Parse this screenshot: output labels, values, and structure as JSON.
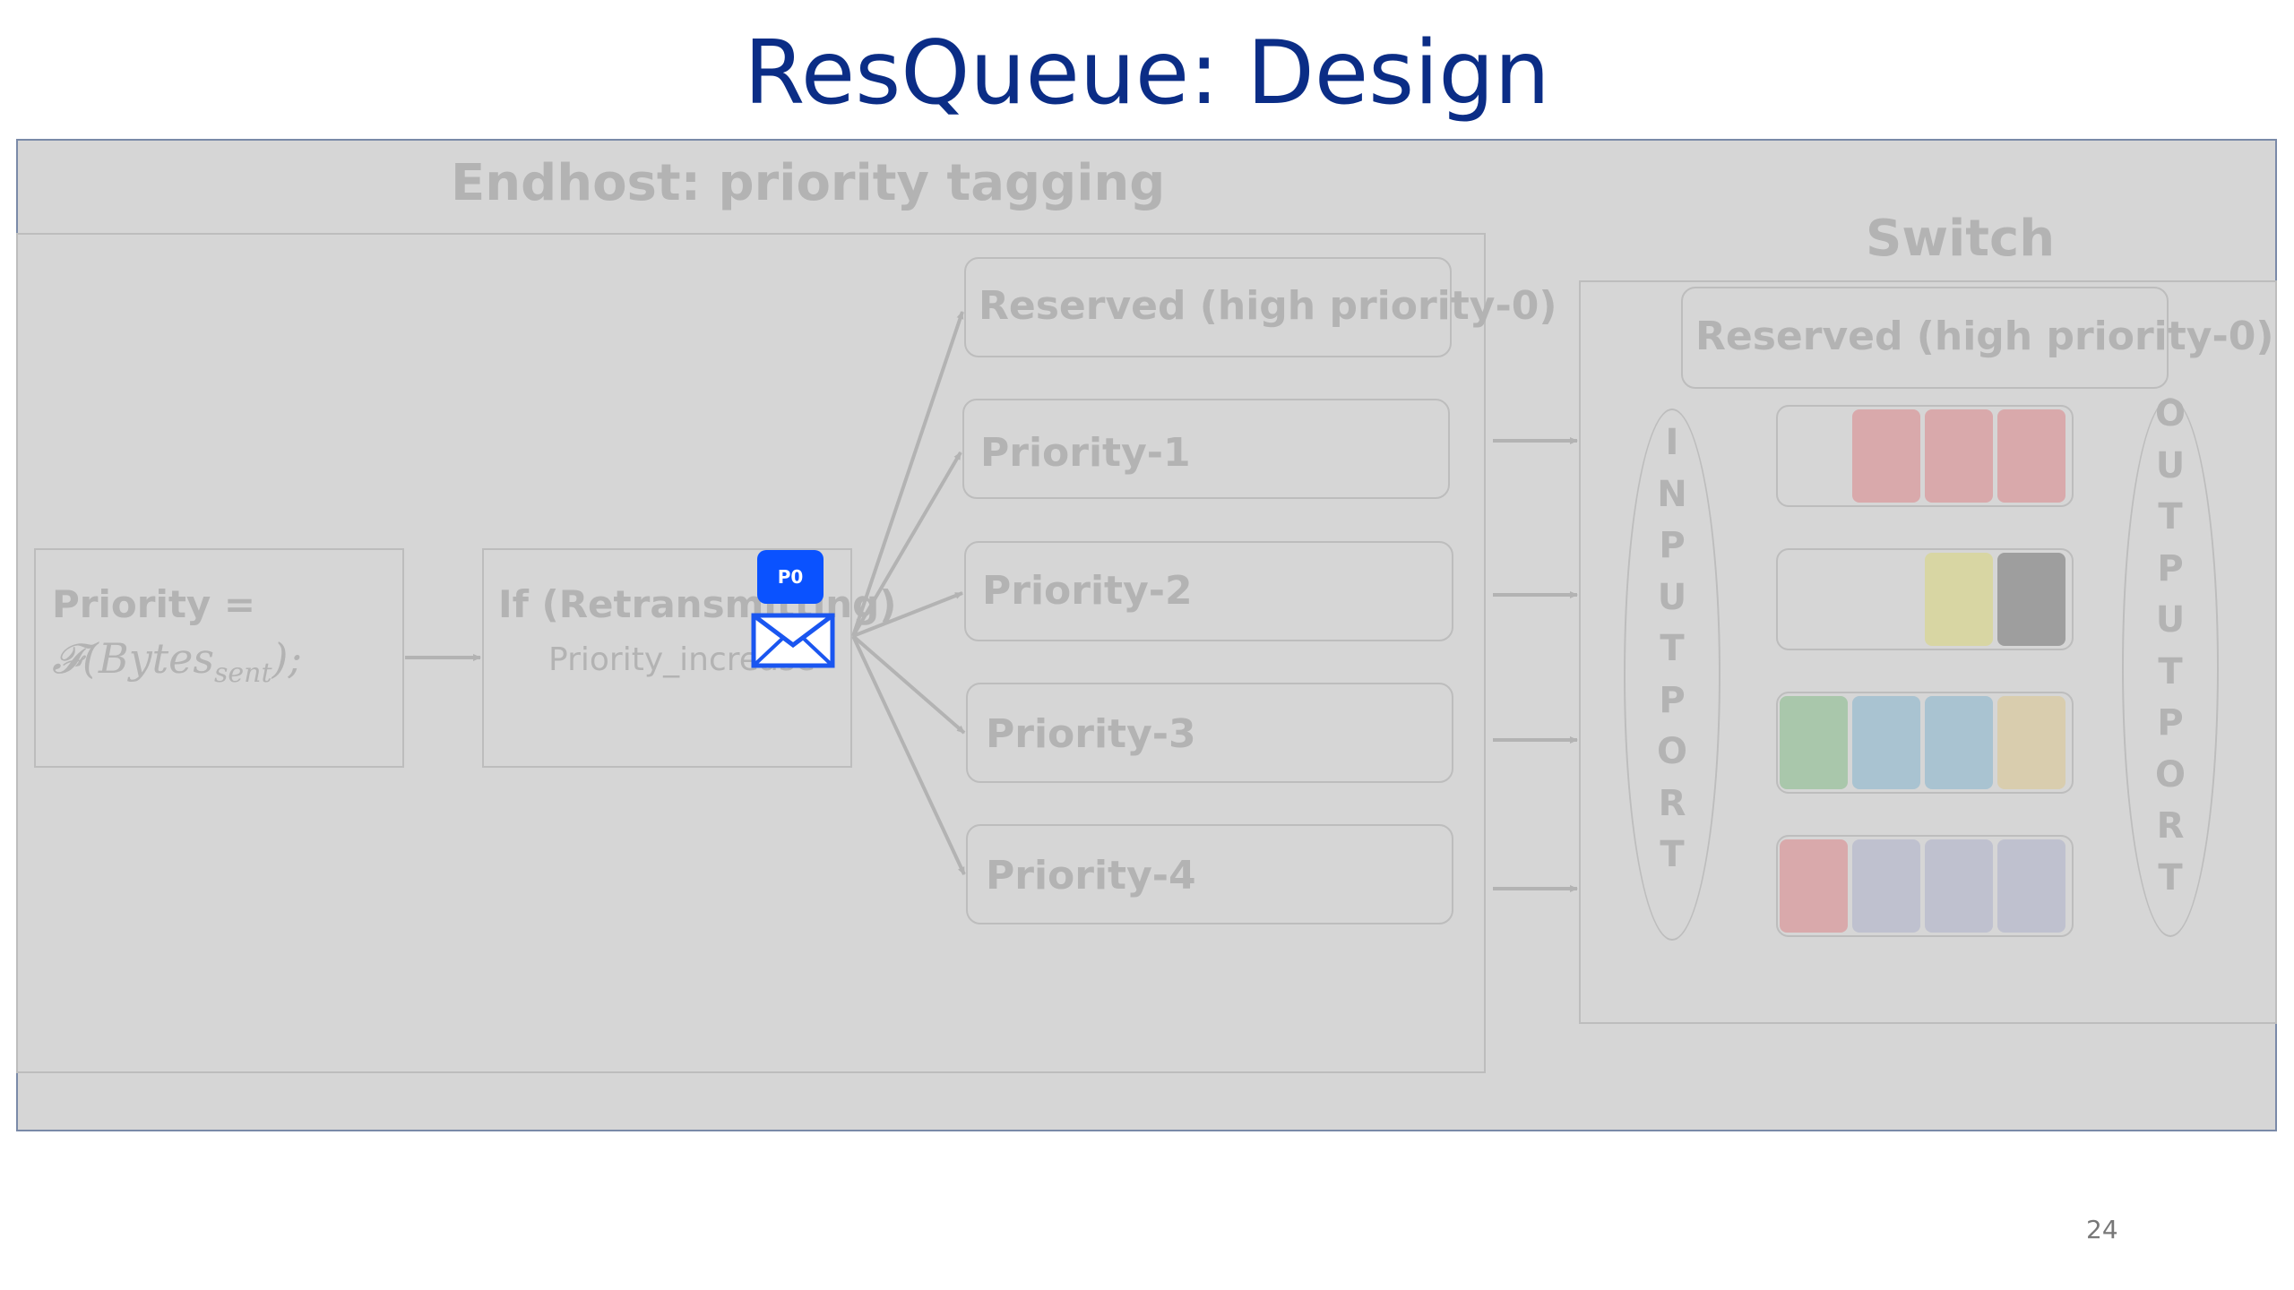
{
  "title": "ResQueue: Design",
  "endhost": {
    "title": "Endhost: priority tagging",
    "formula_box": {
      "line1": "Priority =",
      "formula_main": "𝓕(Bytes",
      "formula_sub": "sent",
      "formula_end": ");"
    },
    "retransmit_box": {
      "line1": "If (Retransmitting)",
      "line2": "Priority_increase"
    },
    "packet_badge": "P0",
    "packet_icon": "envelope-icon",
    "queues": [
      "Reserved (high priority-0)",
      "Priority-1",
      "Priority-2",
      "Priority-3",
      "Priority-4"
    ]
  },
  "switch": {
    "title": "Switch",
    "reserved_label": "Reserved (high priority-0)",
    "input_port_letters": [
      "I",
      "N",
      "P",
      "U",
      "T",
      "P",
      "O",
      "R",
      "T"
    ],
    "output_port_letters": [
      "O",
      "U",
      "T",
      "P",
      "U",
      "T",
      "P",
      "O",
      "R",
      "T"
    ],
    "queues": [
      {
        "cells": [
          "#ffffff00",
          "#d9a9ab",
          "#d9a9ab",
          "#d9a9ab"
        ]
      },
      {
        "cells": [
          "#ffffff00",
          "#ffffff00",
          "#d8d6a3",
          "#9e9e9e"
        ]
      },
      {
        "cells": [
          "#a9c7ab",
          "#a9c3d1",
          "#a9c3d1",
          "#d9cdae"
        ]
      },
      {
        "cells": [
          "#d9a9ab",
          "#bfc1cf",
          "#bfc1cf",
          "#bfc1cf"
        ]
      }
    ]
  },
  "page_number": "24"
}
